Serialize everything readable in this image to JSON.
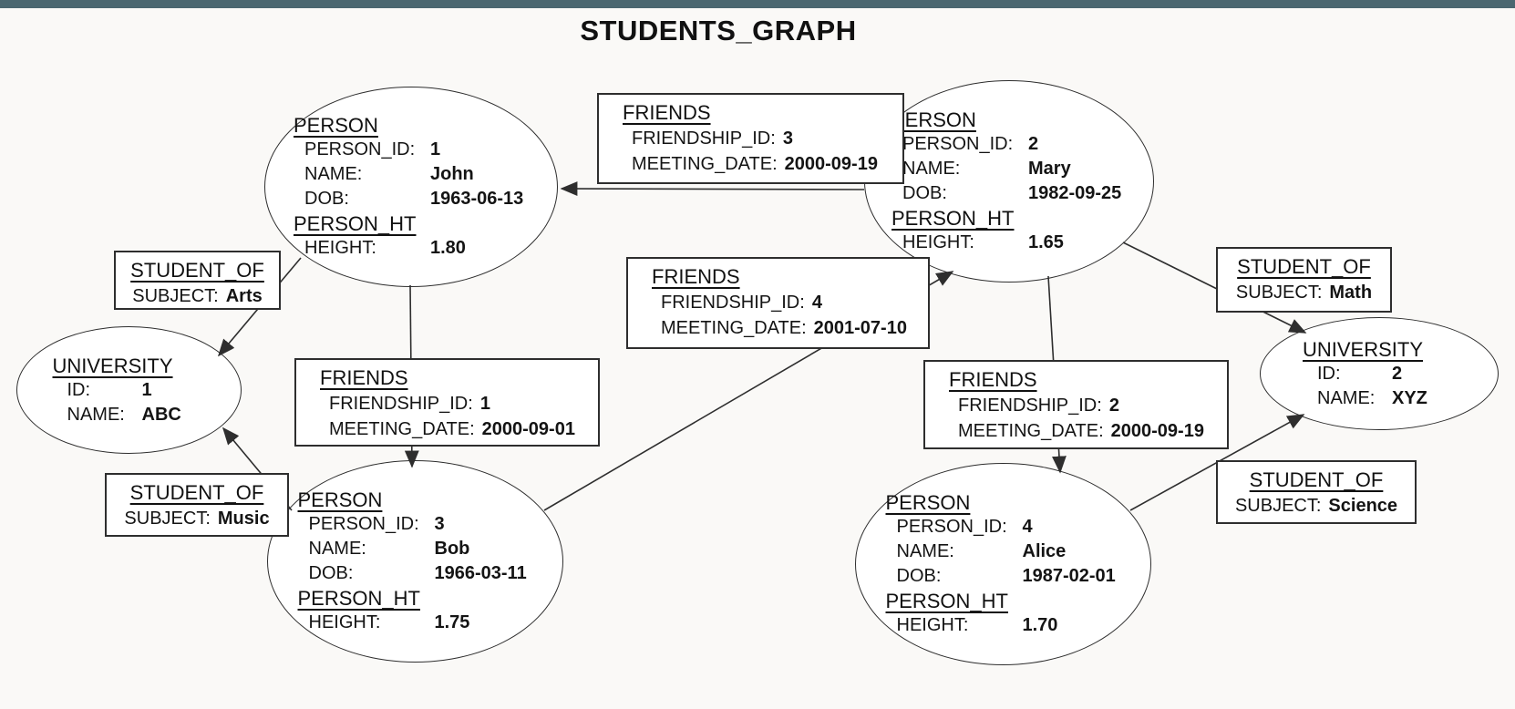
{
  "app": {
    "title": "STUDENTS_GRAPH"
  },
  "colors": {
    "top_bar": "#4b6770",
    "background": "#faf9f7",
    "node_fill": "#ffffff",
    "line": "#2e2e2e"
  },
  "nodes": {
    "john": {
      "type": "PERSON",
      "id_label": "PERSON_ID:",
      "id": "1",
      "name_label": "NAME:",
      "name": "John",
      "dob_label": "DOB:",
      "dob": "1963-06-13",
      "ht_type": "PERSON_HT",
      "height_label": "HEIGHT:",
      "height": "1.80"
    },
    "mary": {
      "type": "PERSON",
      "id_label": "PERSON_ID:",
      "id": "2",
      "name_label": "NAME:",
      "name": "Mary",
      "dob_label": "DOB:",
      "dob": "1982-09-25",
      "ht_type": "PERSON_HT",
      "height_label": "HEIGHT:",
      "height": "1.65"
    },
    "bob": {
      "type": "PERSON",
      "id_label": "PERSON_ID:",
      "id": "3",
      "name_label": "NAME:",
      "name": "Bob",
      "dob_label": "DOB:",
      "dob": "1966-03-11",
      "ht_type": "PERSON_HT",
      "height_label": "HEIGHT:",
      "height": "1.75"
    },
    "alice": {
      "type": "PERSON",
      "id_label": "PERSON_ID:",
      "id": "4",
      "name_label": "NAME:",
      "name": "Alice",
      "dob_label": "DOB:",
      "dob": "1987-02-01",
      "ht_type": "PERSON_HT",
      "height_label": "HEIGHT:",
      "height": "1.70"
    },
    "univ1": {
      "type": "UNIVERSITY",
      "id_label": "ID:",
      "id": "1",
      "name_label": "NAME:",
      "name": "ABC"
    },
    "univ2": {
      "type": "UNIVERSITY",
      "id_label": "ID:",
      "id": "2",
      "name_label": "NAME:",
      "name": "XYZ"
    }
  },
  "edges": {
    "friends3": {
      "type": "FRIENDS",
      "id_label": "FRIENDSHIP_ID:",
      "id": "3",
      "date_label": "MEETING_DATE:",
      "date": "2000-09-19"
    },
    "friends4": {
      "type": "FRIENDS",
      "id_label": "FRIENDSHIP_ID:",
      "id": "4",
      "date_label": "MEETING_DATE:",
      "date": "2001-07-10"
    },
    "friends1": {
      "type": "FRIENDS",
      "id_label": "FRIENDSHIP_ID:",
      "id": "1",
      "date_label": "MEETING_DATE:",
      "date": "2000-09-01"
    },
    "friends2": {
      "type": "FRIENDS",
      "id_label": "FRIENDSHIP_ID:",
      "id": "2",
      "date_label": "MEETING_DATE:",
      "date": "2000-09-19"
    },
    "arts": {
      "type": "STUDENT_OF",
      "subject_label": "SUBJECT:",
      "subject": "Arts"
    },
    "music": {
      "type": "STUDENT_OF",
      "subject_label": "SUBJECT:",
      "subject": "Music"
    },
    "math": {
      "type": "STUDENT_OF",
      "subject_label": "SUBJECT:",
      "subject": "Math"
    },
    "science": {
      "type": "STUDENT_OF",
      "subject_label": "SUBJECT:",
      "subject": "Science"
    }
  }
}
